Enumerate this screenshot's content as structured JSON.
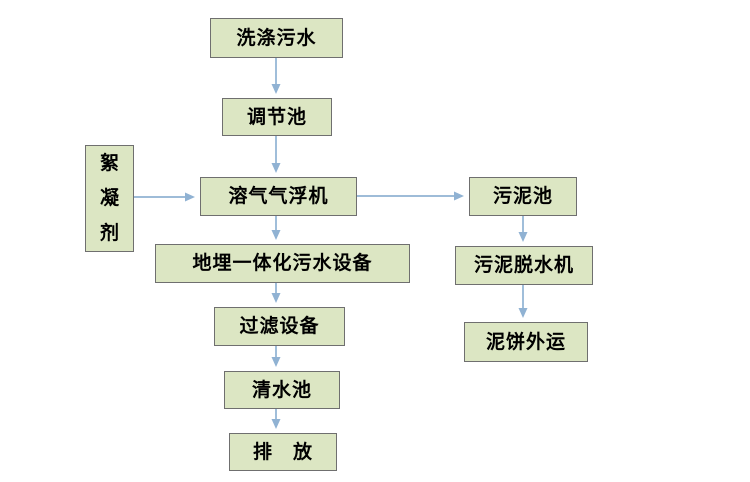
{
  "colors": {
    "background": "#ffffff",
    "box_fill": "#dce6c3",
    "box_border": "#6f6f6f",
    "arrow": "#90b2d3",
    "text": "#000000"
  },
  "nodes": {
    "washing": {
      "label": "洗涤污水"
    },
    "regulation": {
      "label": "调节池"
    },
    "flocculant": {
      "label": "絮凝剂"
    },
    "daf": {
      "label": "溶气气浮机"
    },
    "buried": {
      "label": "地埋一体化污水设备"
    },
    "filter": {
      "label": "过滤设备"
    },
    "clean": {
      "label": "清水池"
    },
    "discharge": {
      "label": "排　放"
    },
    "sludge": {
      "label": "污泥池"
    },
    "dewater": {
      "label": "污泥脱水机"
    },
    "cake": {
      "label": "泥饼外运"
    }
  }
}
